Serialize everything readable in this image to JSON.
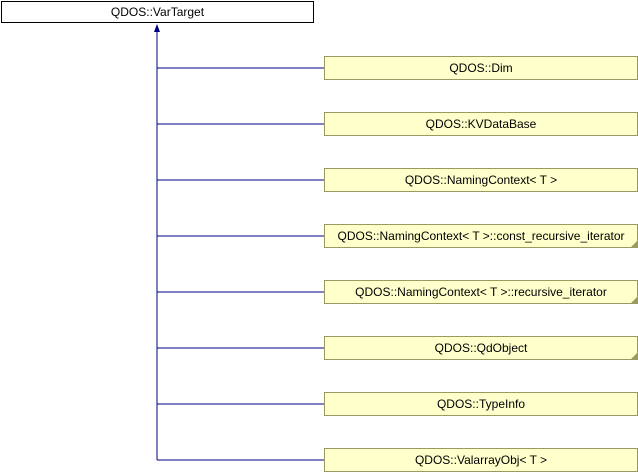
{
  "diagram": {
    "type": "inheritance-graph",
    "base_class": {
      "label": "QDOS::VarTarget"
    },
    "derived_classes": [
      {
        "label": "QDOS::Dim",
        "has_more_indicator": false
      },
      {
        "label": "QDOS::KVDataBase",
        "has_more_indicator": false
      },
      {
        "label": "QDOS::NamingContext< T >",
        "has_more_indicator": false
      },
      {
        "label": "QDOS::NamingContext< T >::const_recursive_iterator",
        "has_more_indicator": true
      },
      {
        "label": "QDOS::NamingContext< T >::recursive_iterator",
        "has_more_indicator": true
      },
      {
        "label": "QDOS::QdObject",
        "has_more_indicator": true
      },
      {
        "label": "QDOS::TypeInfo",
        "has_more_indicator": false
      },
      {
        "label": "QDOS::ValarrayObj< T >",
        "has_more_indicator": false
      }
    ],
    "colors": {
      "edge": "#000080",
      "derived_fill": "#ffffcc",
      "derived_border": "#9a9a60",
      "base_fill": "#ffffff",
      "base_border": "#000000"
    }
  }
}
